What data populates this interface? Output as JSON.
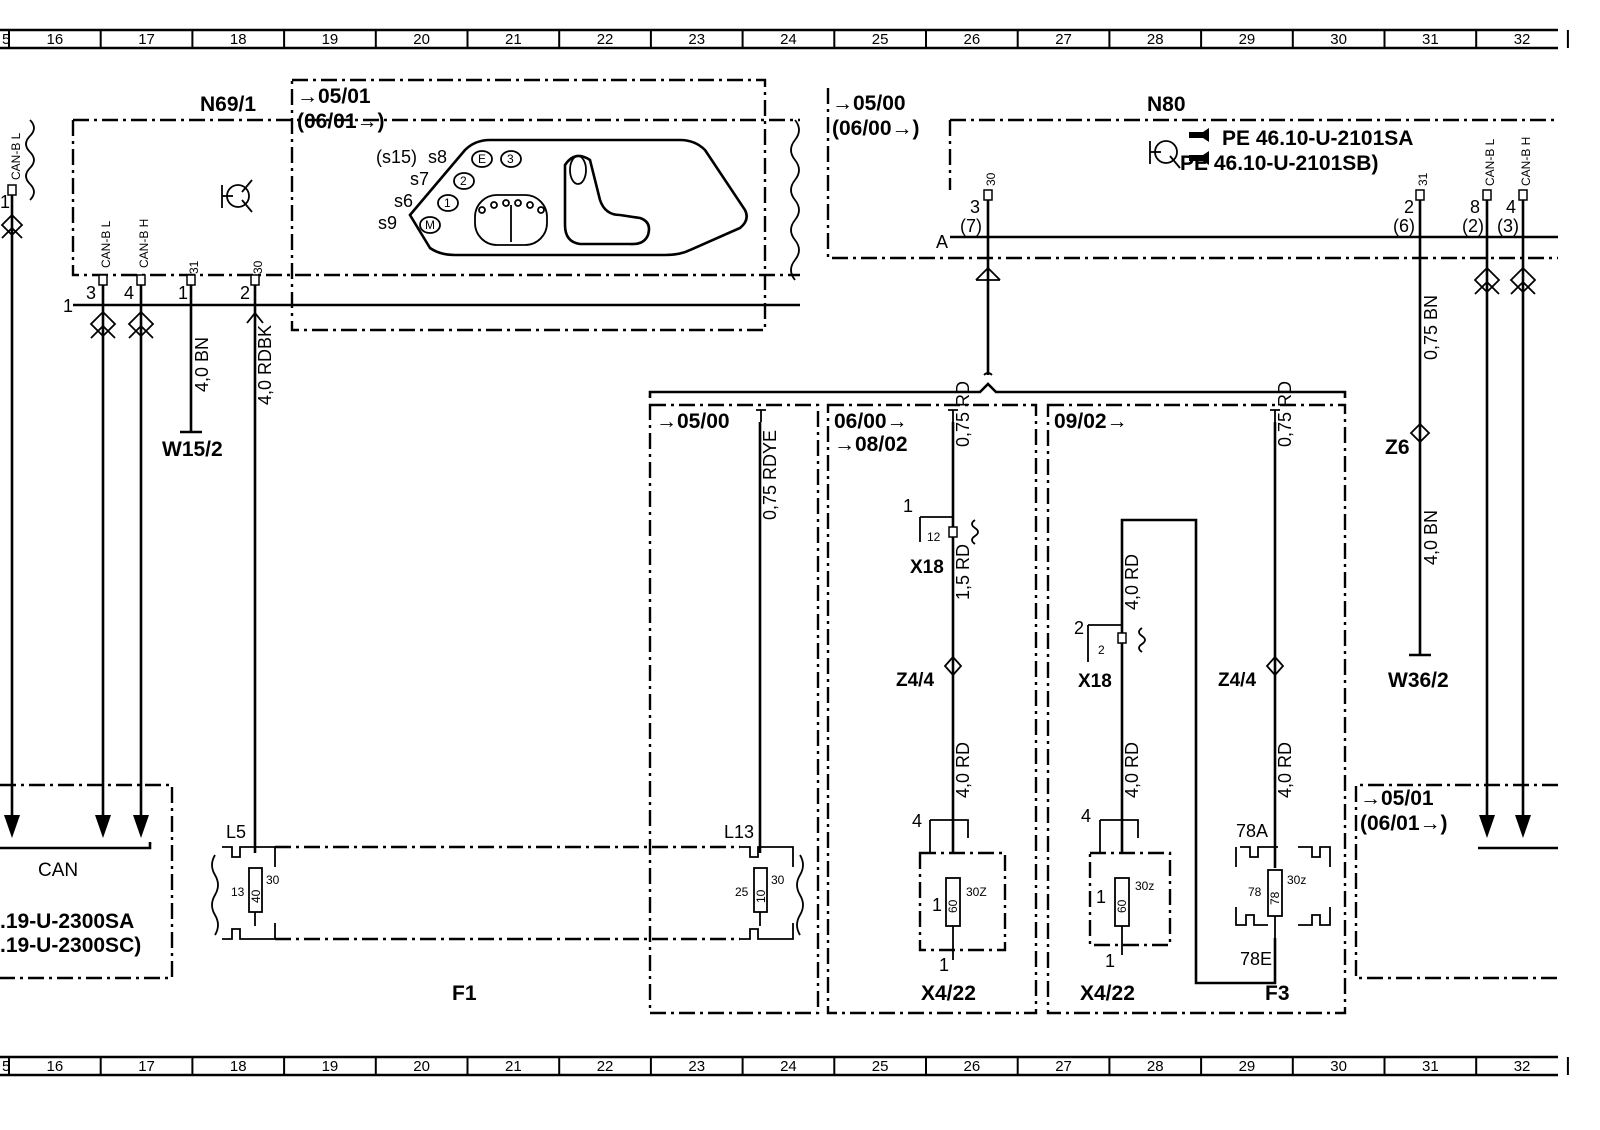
{
  "ruler": {
    "first_partial": "5",
    "columns": [
      "16",
      "17",
      "18",
      "19",
      "20",
      "21",
      "22",
      "23",
      "24",
      "25",
      "26",
      "27",
      "28",
      "29",
      "30",
      "31",
      "32"
    ]
  },
  "components": {
    "n69": "N69/1",
    "n80": "N80",
    "w15": "W15/2",
    "w36": "W36/2",
    "z6": "Z6",
    "z44_left": "Z4/4",
    "z44_right": "Z4/4",
    "x18_upper": "X18",
    "x18_lower": "X18",
    "x422_left": "X4/22",
    "x422_right": "X4/22",
    "f1": "F1",
    "f3": "F3",
    "can": "CAN"
  },
  "validity": {
    "n69_from": "→05/01",
    "n69_until": "(06/01→)",
    "n80_from": "→05/00",
    "n80_until": "(06/00→)",
    "f1_from": "→05/00",
    "mid_line1": "06/00→",
    "mid_line2": "→08/02",
    "right_from": "09/02→",
    "br_from": "→05/01",
    "br_until": "(06/01→)"
  },
  "references": {
    "pe_sa": "PE  46.10-U-2101SA",
    "pe_sb": "PE  46.10-U-2101SB)",
    "can_sa": ".19-U-2300SA",
    "can_sc": ".19-U-2300SC)"
  },
  "wires": {
    "w_bn_left": "4,0  BN",
    "w_rdbk": "4,0  RDBK",
    "w_rdye": "0,75  RDYE",
    "w_rd_075_a": "0,75  RD",
    "w_rd_15": "1,5  RD",
    "w_rd_40_a": "4,0  RD",
    "w_rd_40_b": "4,0  RD",
    "w_rd_40_c": "4,0  RD",
    "w_rd_075_b": "0,75  RD",
    "w_rd_40_d": "4,0  RD",
    "w_bn_075": "0,75  BN",
    "w_bn_40": "4,0  BN"
  },
  "pins": {
    "can_b_l": "CAN-B L",
    "can_b_h": "CAN-B H",
    "t31": "31",
    "t30": "30",
    "n69_conn": "1",
    "n69_p3": "3",
    "n69_p4": "4",
    "n69_p1": "1",
    "n69_p2": "2",
    "n80_conn": "A",
    "n80_p3": "3",
    "n80_p3alt": "(7)",
    "n80_p2": "2",
    "n80_p2alt": "(6)",
    "n80_p8": "8",
    "n80_p8alt": "(2)",
    "n80_p4": "4",
    "n80_p4alt": "(3)",
    "left_pin1": "1",
    "l5": "L5",
    "l13": "L13",
    "f1_13": "13",
    "f1_40": "40",
    "f1_30a": "30",
    "f1_25": "25",
    "f1_10": "10",
    "f1_30b": "30",
    "x18u_1": "1",
    "x18u_12": "12",
    "x18l_2": "2",
    "x18l_2b": "2",
    "x4l_4": "4",
    "x4l_1": "1",
    "x4l_1b": "1",
    "x4l_60": "60",
    "x4l_30z": "30Z",
    "x4r_4": "4",
    "x4r_1": "1",
    "x4r_1b": "1",
    "x4r_60": "60",
    "x4r_30z": "30z",
    "f3_78a": "78A",
    "f3_78": "78",
    "f3_78b": "78",
    "f3_30z": "30z",
    "f3_78e": "78E"
  },
  "seat_switch": {
    "s15": "(s15)",
    "s8": "s8",
    "s7": "s7",
    "s6": "s6",
    "s9": "s9",
    "k_e": "E",
    "k_3": "3",
    "k_2": "2",
    "k_1": "1",
    "k_m": "M"
  },
  "icons": [
    "transistor-symbol-icon",
    "pointing-hand-icon",
    "seat-icon",
    "fuse-icon",
    "ground-point-icon"
  ]
}
